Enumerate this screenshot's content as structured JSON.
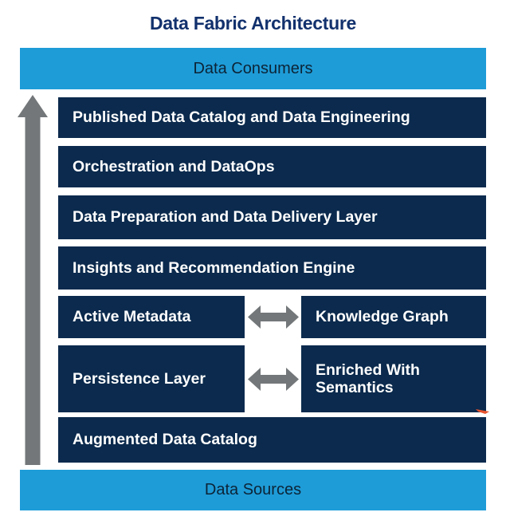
{
  "title": "Data Fabric Architecture",
  "colors": {
    "accent_blue": "#1E9CD8",
    "navy": "#0B2A4D",
    "title_navy": "#12316D",
    "arrow_gray": "#737779",
    "blue_bar_text": "#0C2436",
    "navy_bar_text": "#FFFFFF",
    "artifact_red": "#E8542E"
  },
  "top_bar": {
    "label": "Data Consumers"
  },
  "bottom_bar": {
    "label": "Data Sources"
  },
  "layers": [
    {
      "label": "Published Data Catalog and Data Engineering"
    },
    {
      "label": "Orchestration and DataOps"
    },
    {
      "label": "Data Preparation and Data Delivery Layer"
    },
    {
      "label": "Insights and Recommendation Engine"
    }
  ],
  "paired_rows": [
    {
      "left": "Active Metadata",
      "right": "Knowledge Graph"
    },
    {
      "left": "Persistence Layer",
      "right": "Enriched With Semantics"
    }
  ],
  "bottom_layer": {
    "label": "Augmented Data Catalog"
  }
}
